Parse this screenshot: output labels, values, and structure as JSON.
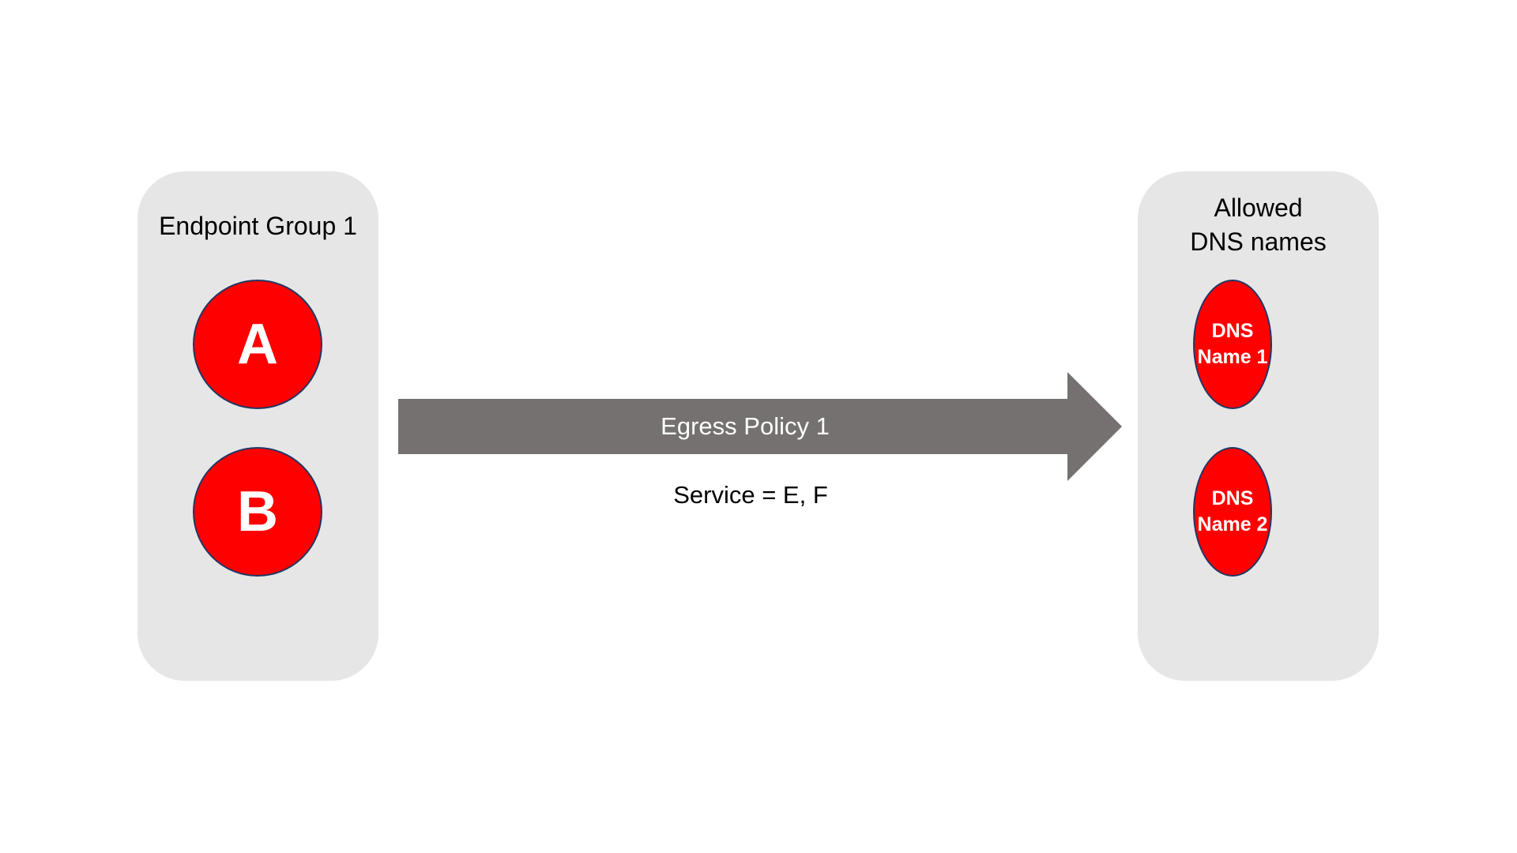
{
  "left_group": {
    "title": "Endpoint Group 1",
    "endpoints": [
      "A",
      "B"
    ]
  },
  "right_group": {
    "title_line1": "Allowed",
    "title_line2": "DNS names",
    "dns": [
      {
        "text": "DNS Name 1"
      },
      {
        "text": "DNS Name 2"
      }
    ]
  },
  "arrow": {
    "label": "Egress Policy 1",
    "caption": "Service = E, F"
  },
  "colors": {
    "panel": "#e6e6e6",
    "node": "#fe0000",
    "node_border": "#1f3864",
    "arrow": "#767171"
  }
}
